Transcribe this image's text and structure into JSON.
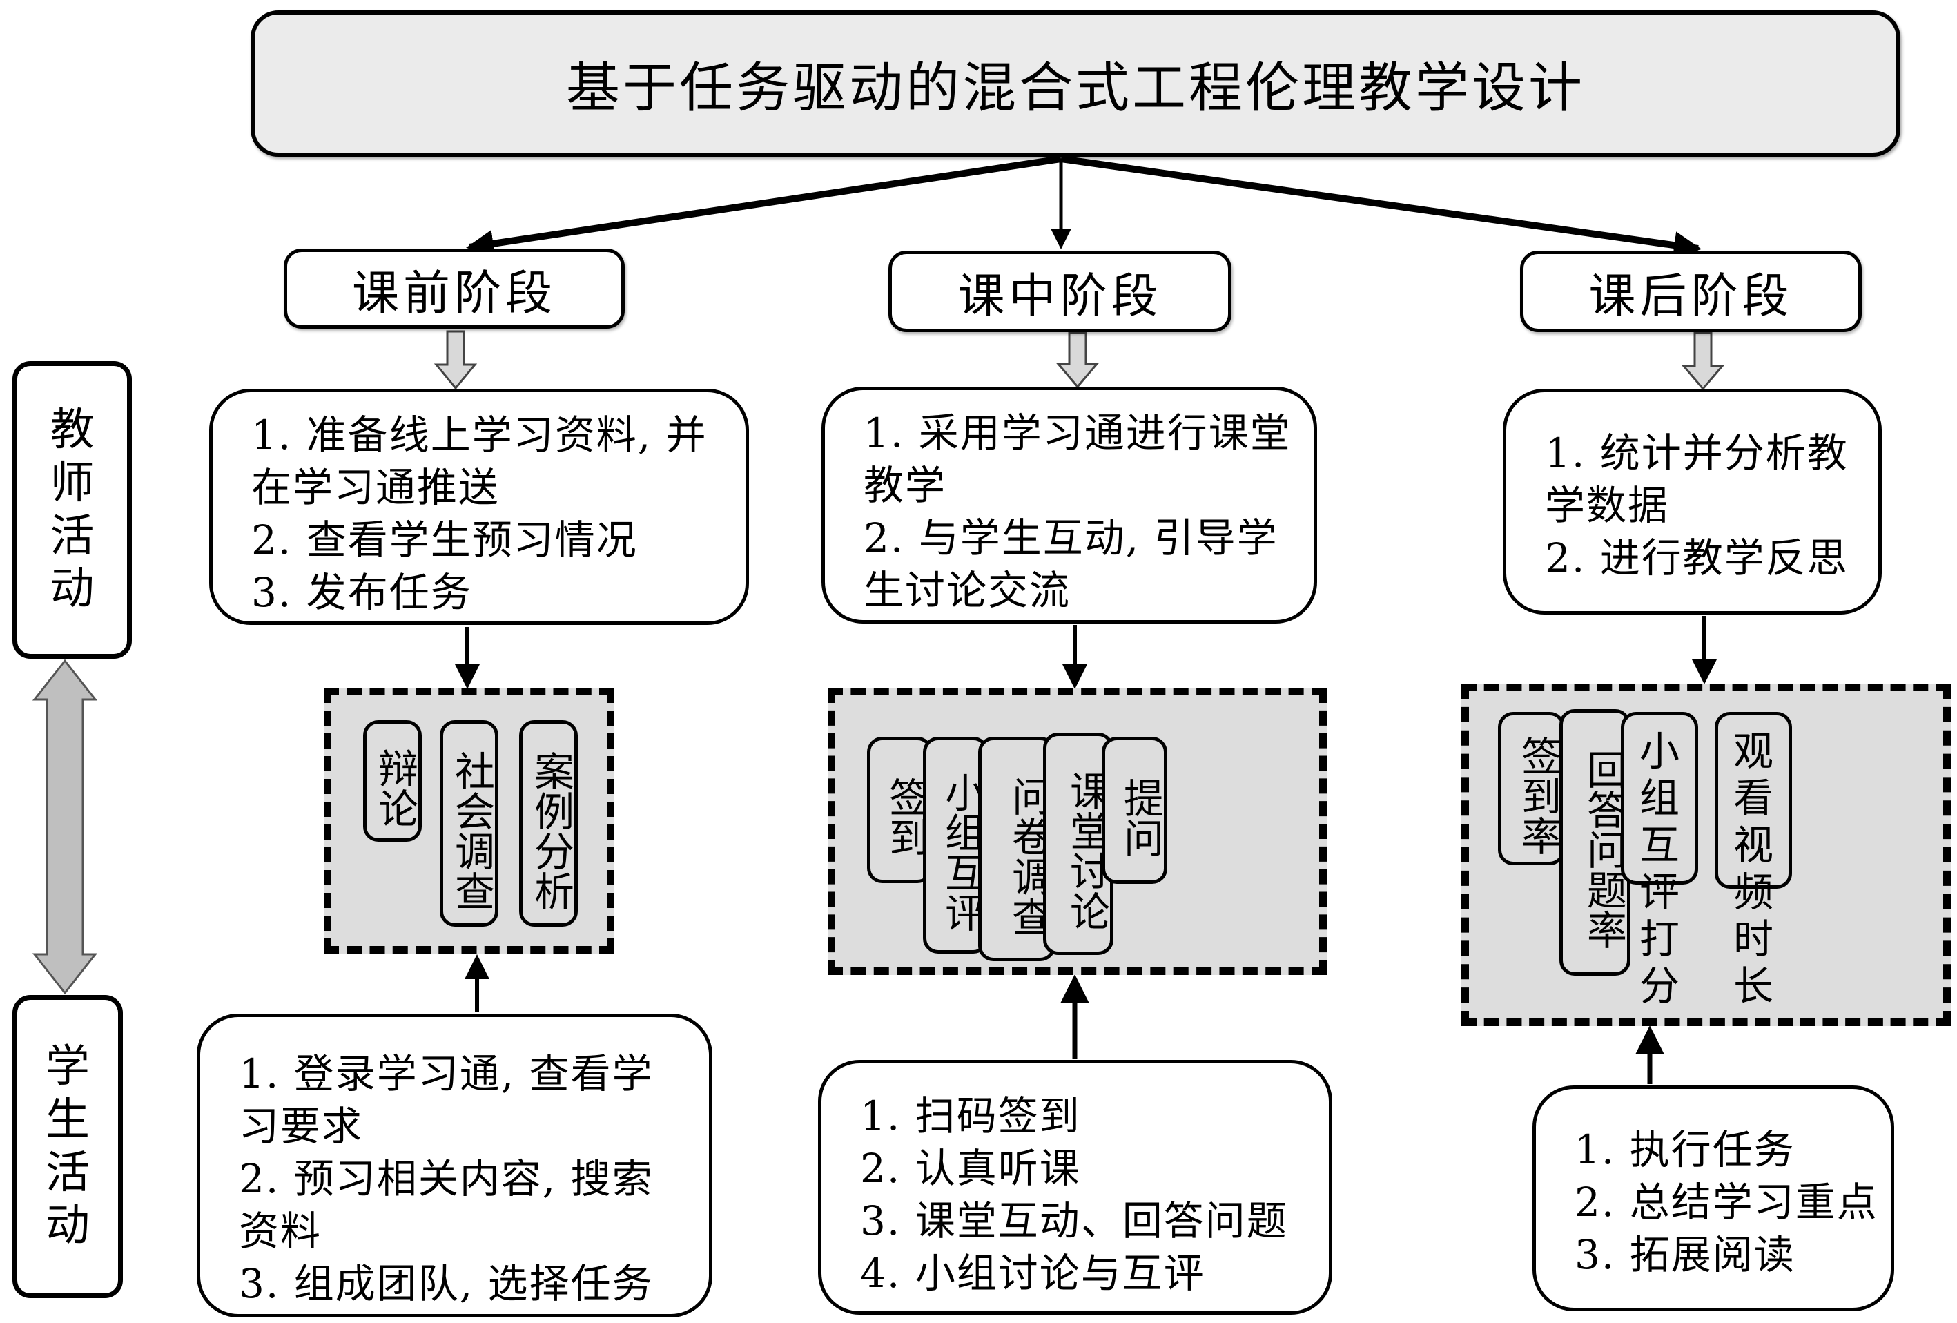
{
  "title": "基于任务驱动的混合式工程伦理教学设计",
  "side_labels": {
    "teacher": [
      "教",
      "师",
      "活",
      "动"
    ],
    "student": [
      "学",
      "生",
      "活",
      "动"
    ]
  },
  "phases": [
    {
      "name": "课前阶段",
      "teacher_activities": [
        "1. 准备线上学习资料, 并",
        "在学习通推送",
        "2. 查看学生预习情况",
        "3. 发布任务"
      ],
      "tools": [
        "辩论",
        "社会调查",
        "案例分析"
      ],
      "student_activities": [
        "1. 登录学习通, 查看学",
        "习要求",
        "2. 预习相关内容, 搜索",
        "资料",
        "3. 组成团队, 选择任务"
      ]
    },
    {
      "name": "课中阶段",
      "teacher_activities": [
        "1. 采用学习通进行课堂",
        "教学",
        "2. 与学生互动, 引导学",
        "生讨论交流"
      ],
      "tools": [
        "签到",
        "小组互评",
        "问卷调查",
        "课堂讨论",
        "提问"
      ],
      "student_activities": [
        "1. 扫码签到",
        "2. 认真听课",
        "3. 课堂互动、回答问题",
        "4. 小组讨论与互评"
      ]
    },
    {
      "name": "课后阶段",
      "teacher_activities": [
        "1. 统计并分析教",
        "学数据",
        "2. 进行教学反思"
      ],
      "tools": [
        "签到率",
        "回答问题率",
        "小组互评打分",
        "观看视频时长"
      ],
      "tool_lines": {
        "2": [
          "小组",
          "互评",
          "打分"
        ],
        "3": [
          "观看",
          "视频",
          "时长"
        ]
      },
      "student_activities": [
        "1. 执行任务",
        "2. 总结学习重点",
        "3. 拓展阅读"
      ]
    }
  ],
  "colors": {
    "title_fill": "#ebebeb",
    "tool_fill": "#dddddd",
    "hollow_arrow_fill": "#d9d9d9",
    "double_arrow_fill": "#bfbfbf",
    "stroke": "#000000"
  }
}
